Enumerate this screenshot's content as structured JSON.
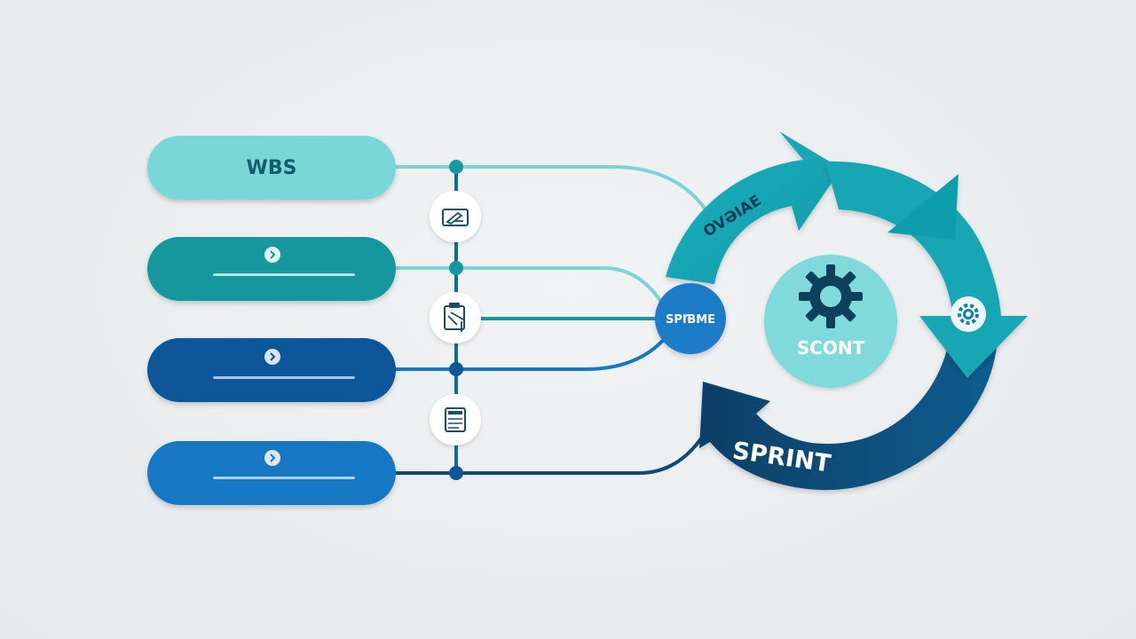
{
  "colors": {
    "background": "#ebeef0",
    "aqua": "#78d6d6",
    "teal": "#15989f",
    "navy": "#0b579a",
    "blue": "#1578c4",
    "cycle_teal": "#17a9b8",
    "cycle_dark": "#0d4c79",
    "center_circle": "#7fd9da",
    "hub_circle": "#1f7bc8"
  },
  "bars": [
    {
      "label": "WBS",
      "has_chevron": false
    },
    {
      "label": "",
      "has_chevron": true
    },
    {
      "label": "",
      "has_chevron": true
    },
    {
      "label": "",
      "has_chevron": true
    }
  ],
  "connector_icons": [
    "pencil-card-icon",
    "clipboard-icon",
    "document-stack-icon"
  ],
  "hub": {
    "label": "SPIƁME"
  },
  "cycle": {
    "upper_arc_label": "OVƏIAE",
    "lower_arc_label": "SPRINT",
    "center_label": "SCONT",
    "center_icon": "gear-icon",
    "arrow_badge_icon": "gear-badge-icon"
  }
}
